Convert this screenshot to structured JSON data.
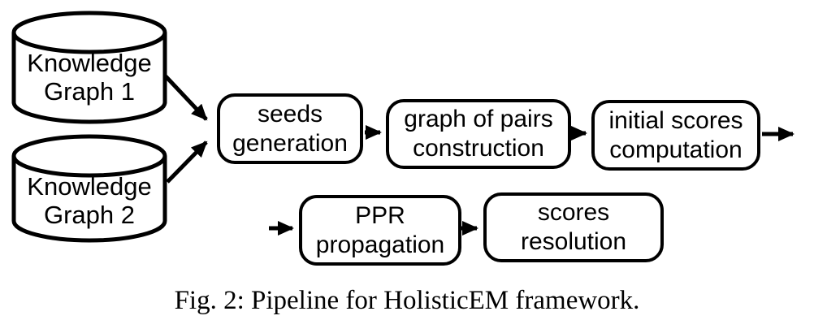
{
  "figure": {
    "caption": "Fig. 2: Pipeline for HolisticEM framework."
  },
  "diagram": {
    "databases": [
      {
        "line1": "Knowledge",
        "line2": "Graph 1"
      },
      {
        "line1": "Knowledge",
        "line2": "Graph 2"
      }
    ],
    "stages": [
      {
        "line1": "seeds",
        "line2": "generation"
      },
      {
        "line1": "graph of pairs",
        "line2": "construction"
      },
      {
        "line1": "initial scores",
        "line2": "computation"
      },
      {
        "line1": "PPR",
        "line2": "propagation"
      },
      {
        "line1": "scores",
        "line2": "resolution"
      }
    ],
    "colors": {
      "stroke": "#000000",
      "background": "#ffffff"
    }
  }
}
